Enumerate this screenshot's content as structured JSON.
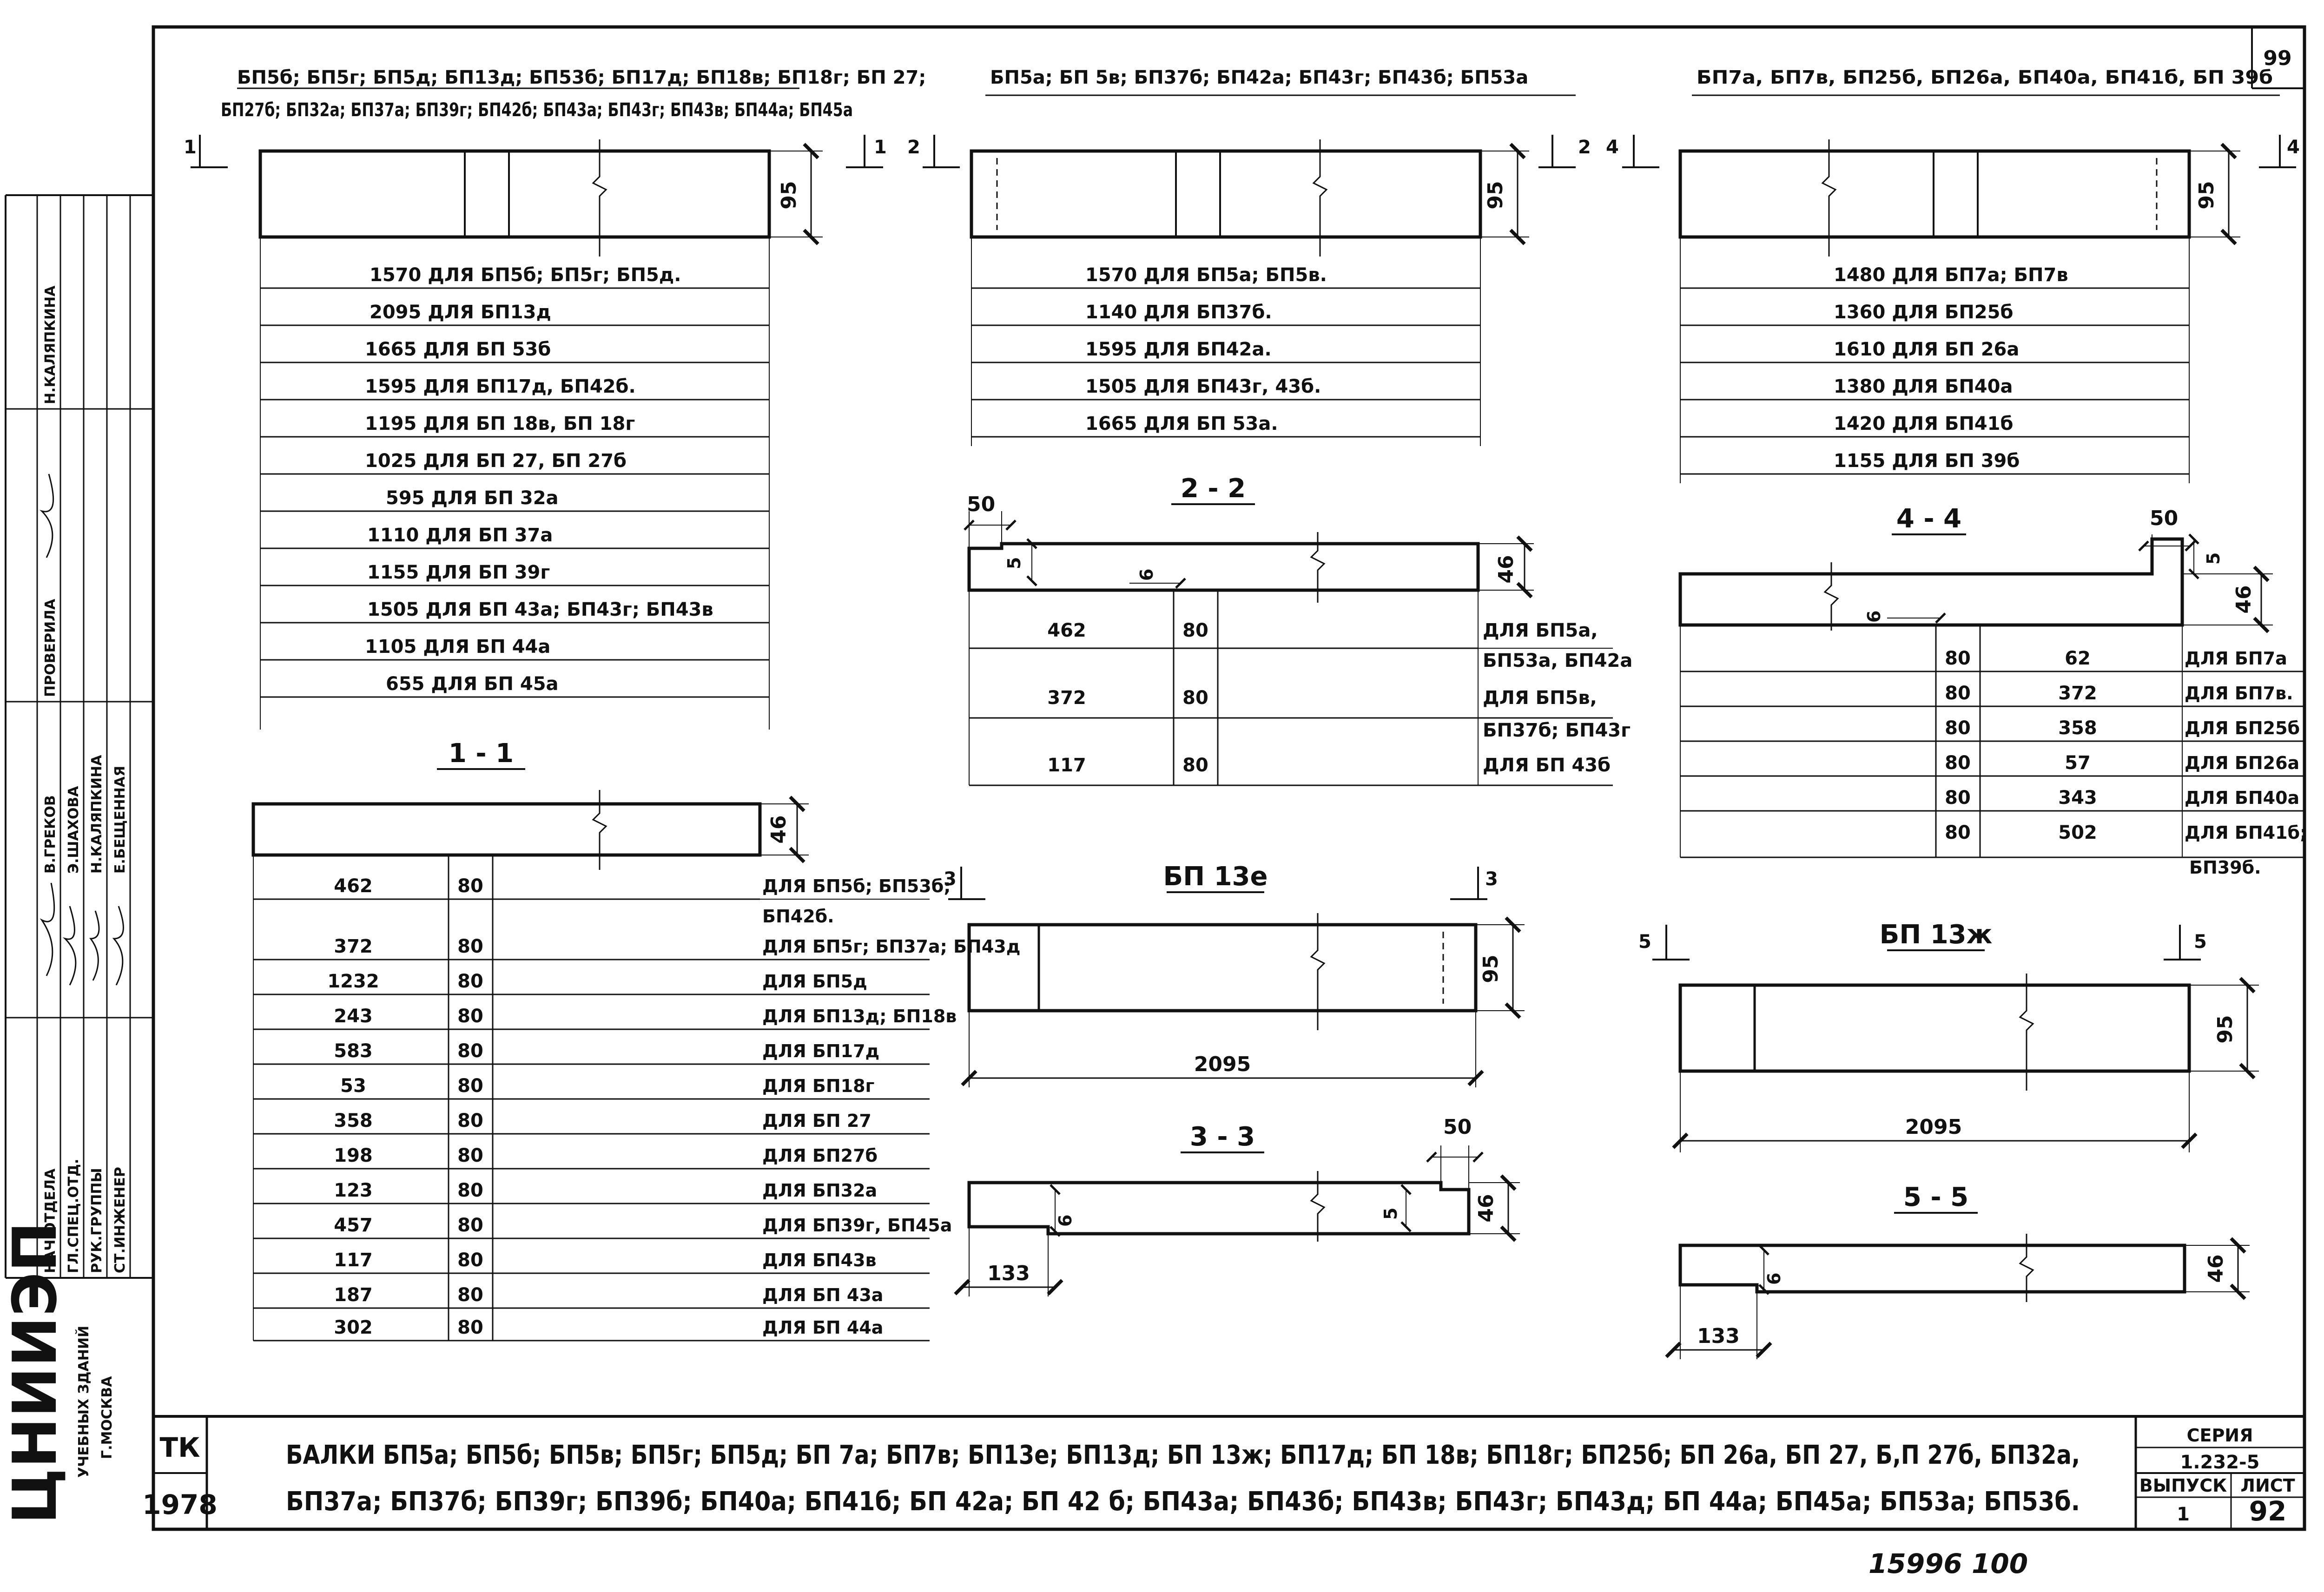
{
  "sheet_number": "99",
  "footer_note": "15996   100",
  "title_block": {
    "code": "ТК",
    "year": "1978",
    "org": "ЦНИИЭП",
    "org_sub": "УЧЕБНЫХ ЗДАНИЙ",
    "org_city": "Г.МОСКВА",
    "title_line1": "БАЛКИ БП5а; БП5б; БП5в; БП5г; БП5д; БП 7а; БП7в; БП13е; БП13д; БП 13ж; БП17д; БП 18в; БП18г; БП25б; БП 26а, БП 27, Б,П 27б, БП32а,",
    "title_line2": "БП37а; БП37б; БП39г; БП39б; БП40а; БП41б; БП 42а; БП 42 б; БП43а; БП43б; БП43в; БП43г; БП43д; БП 44а; БП45а; БП53а; БП53б.",
    "series_label": "СЕРИЯ",
    "series_value": "1.232-5",
    "issue_label": "ВЫПУСК",
    "issue_value": "1",
    "sheet_label": "ЛИСТ",
    "sheet_value": "92"
  },
  "side_stamp": {
    "rows": [
      {
        "role": "НАЧ.ОТДЕЛА",
        "name": "В.ГРЕКОВ"
      },
      {
        "role": "ГЛ.СПЕЦ.ОТД.",
        "name": "Э.ШАХОВА"
      },
      {
        "role": "РУК.ГРУППЫ",
        "name": "Н.КАЛЯПКИНА"
      },
      {
        "role": "СТ.ИНЖЕНЕР",
        "name": "Е.БЕЩЕННАЯ"
      }
    ],
    "check_label": "ПРОВЕРИЛА",
    "check_name": "Н.КАЛЯПКИНА"
  },
  "group1": {
    "header1": "БП5б; БП5г; БП5д; БП13д; БП53б; БП17д; БП18в; БП18г; БП 27;",
    "header2": "БП27б; БП32а; БП37а; БП39г; БП42б; БП43а; БП43г; БП43в; БП44а; БП45а",
    "mark_left": "1",
    "mark_right": "1",
    "height": "95",
    "lengths": [
      "1570 ДЛЯ БП5б; БП5г; БП5д.",
      "2095 ДЛЯ БП13д",
      "1665 ДЛЯ БП 53б",
      "1595 ДЛЯ БП17д, БП42б.",
      "1195 ДЛЯ БП 18в, БП 18г",
      "1025 ДЛЯ БП 27, БП 27б",
      "595 ДЛЯ БП 32а",
      "1110 ДЛЯ БП 37а",
      "1155 ДЛЯ БП 39г",
      "1505 ДЛЯ БП 43а; БП43г; БП43в",
      "1105 ДЛЯ БП 44а",
      "655 ДЛЯ БП 45а"
    ]
  },
  "section11": {
    "title": "1 - 1",
    "height": "46",
    "rows": [
      {
        "a": "462",
        "b": "80",
        "note": "ДЛЯ БП5б; БП53б;"
      },
      {
        "a": "",
        "b": "",
        "note": "БП42б."
      },
      {
        "a": "372",
        "b": "80",
        "note": "ДЛЯ БП5г; БП37а; БП43д"
      },
      {
        "a": "1232",
        "b": "80",
        "note": "ДЛЯ БП5д"
      },
      {
        "a": "243",
        "b": "80",
        "note": "ДЛЯ БП13д; БП18в"
      },
      {
        "a": "583",
        "b": "80",
        "note": "ДЛЯ БП17д"
      },
      {
        "a": "53",
        "b": "80",
        "note": "ДЛЯ БП18г"
      },
      {
        "a": "358",
        "b": "80",
        "note": "ДЛЯ БП 27"
      },
      {
        "a": "198",
        "b": "80",
        "note": "ДЛЯ БП27б"
      },
      {
        "a": "123",
        "b": "80",
        "note": "ДЛЯ БП32а"
      },
      {
        "a": "457",
        "b": "80",
        "note": "ДЛЯ БП39г, БП45а"
      },
      {
        "a": "117",
        "b": "80",
        "note": "ДЛЯ БП43в"
      },
      {
        "a": "187",
        "b": "80",
        "note": "ДЛЯ БП 43а"
      },
      {
        "a": "302",
        "b": "80",
        "note": "ДЛЯ БП 44а"
      }
    ]
  },
  "group2": {
    "header": "БП5а; БП 5в; БП37б; БП42а; БП43г; БП43б; БП53а",
    "mark_left": "2",
    "mark_right": "2",
    "height": "95",
    "lengths": [
      "1570 ДЛЯ БП5а; БП5в.",
      "1140 ДЛЯ БП37б.",
      "1595 ДЛЯ БП42а.",
      "1505 ДЛЯ БП43г, 43б.",
      "1665 ДЛЯ БП 53а."
    ]
  },
  "section22": {
    "title": "2 - 2",
    "d50": "50",
    "d5": "5",
    "d6": "6",
    "height": "46",
    "rows": [
      {
        "a": "462",
        "b": "80",
        "note1": "ДЛЯ БП5а,",
        "note2": "БП53а, БП42а"
      },
      {
        "a": "372",
        "b": "80",
        "note1": "ДЛЯ БП5в,",
        "note2": "БП37б; БП43г"
      },
      {
        "a": "117",
        "b": "80",
        "note1": "ДЛЯ БП 43б",
        "note2": ""
      }
    ]
  },
  "bp13e": {
    "title": "БП 13е",
    "mark_left": "3",
    "mark_right": "3",
    "height": "95",
    "length": "2095"
  },
  "section33": {
    "title": "3 - 3",
    "d50": "50",
    "d6": "6",
    "d5": "5",
    "height": "46",
    "length": "133"
  },
  "group3": {
    "header": "БП7а, БП7в, БП25б, БП26а, БП40а, БП41б, БП 39б",
    "mark_left": "4",
    "mark_right": "4",
    "height": "95",
    "lengths": [
      "1480 ДЛЯ БП7а; БП7в",
      "1360 ДЛЯ БП25б",
      "1610 ДЛЯ БП 26а",
      "1380 ДЛЯ БП40а",
      "1420 ДЛЯ БП41б",
      "1155 ДЛЯ БП 39б"
    ]
  },
  "section44": {
    "title": "4 - 4",
    "d50": "50",
    "d5": "5",
    "d6": "6",
    "height": "46",
    "rows": [
      {
        "b": "80",
        "a": "62",
        "note": "ДЛЯ БП7а"
      },
      {
        "b": "80",
        "a": "372",
        "note": "ДЛЯ БП7в."
      },
      {
        "b": "80",
        "a": "358",
        "note": "ДЛЯ БП25б"
      },
      {
        "b": "80",
        "a": "57",
        "note": "ДЛЯ БП26а"
      },
      {
        "b": "80",
        "a": "343",
        "note": "ДЛЯ БП40а"
      },
      {
        "b": "80",
        "a": "502",
        "note": "ДЛЯ БП41б;"
      },
      {
        "b": "",
        "a": "",
        "note": "БП39б."
      }
    ]
  },
  "bp13zh": {
    "title": "БП 13ж",
    "mark_left": "5",
    "mark_right": "5",
    "height": "95",
    "length": "2095"
  },
  "section55": {
    "title": "5 - 5",
    "d6": "6",
    "height": "46",
    "length": "133"
  }
}
